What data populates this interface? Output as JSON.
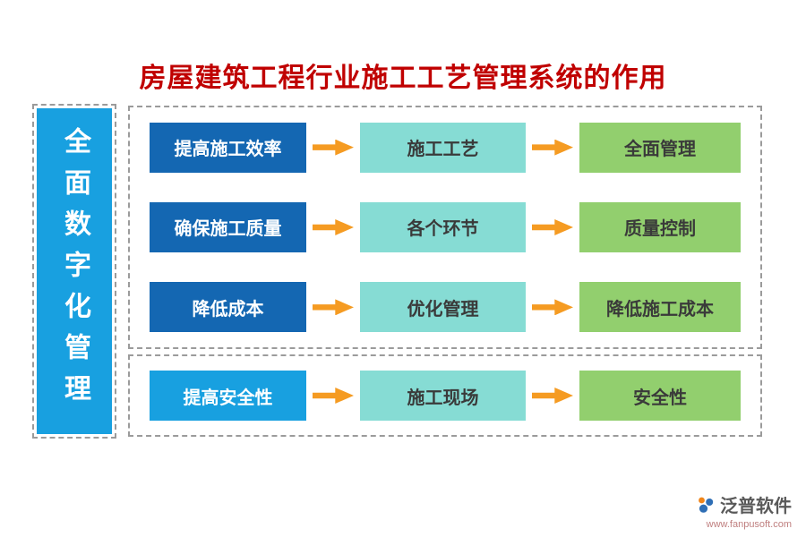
{
  "title": "房屋建筑工程行业施工工艺管理系统的作用",
  "sidebar": {
    "label": "全面数字化管理"
  },
  "groups": [
    {
      "rows": [
        {
          "left": "提高施工效率",
          "middle": "施工工艺",
          "right": "全面管理"
        },
        {
          "left": "确保施工质量",
          "middle": "各个环节",
          "right": "质量控制"
        },
        {
          "left": "降低成本",
          "middle": "优化管理",
          "right": "降低施工成本"
        }
      ]
    },
    {
      "rows": [
        {
          "left": "提高安全性",
          "middle": "施工现场",
          "right": "安全性"
        }
      ]
    }
  ],
  "footer": {
    "brand": "泛普软件",
    "url": "www.fanpusoft.com"
  },
  "icons": {
    "arrow": "arrow-right-icon",
    "logo": "fanpu-logo-icon"
  },
  "colors": {
    "title-red": "#c00000",
    "sidebar-blue": "#18a0e0",
    "dark-blue": "#1467b2",
    "bright-blue": "#18a0e0",
    "teal": "#86dcd4",
    "green": "#92cf6e",
    "arrow-orange": "#f59b22",
    "dashed-gray": "#9b9b9b",
    "box-text-dark": "#3a3a3a",
    "brand-gray": "#595959",
    "url-red": "#c08080"
  }
}
